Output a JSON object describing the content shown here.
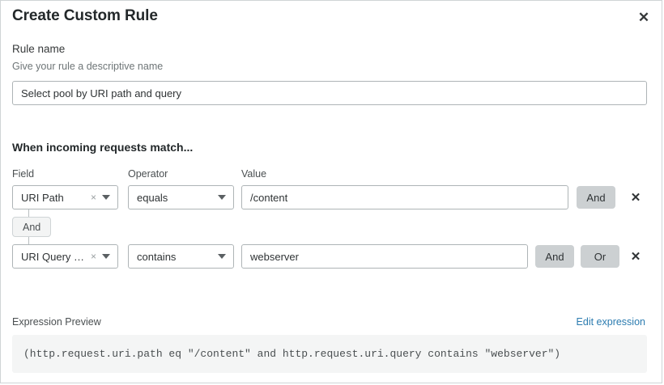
{
  "dialog": {
    "title": "Create Custom Rule",
    "close_icon": "close-icon"
  },
  "rule_name": {
    "label": "Rule name",
    "help": "Give your rule a descriptive name",
    "value": "Select pool by URI path and query",
    "placeholder": "Select pool by URI path and query"
  },
  "conditions": {
    "heading": "When incoming requests match...",
    "columns": {
      "field": "Field",
      "operator": "Operator",
      "value": "Value"
    },
    "connector_badge": "And",
    "rows": [
      {
        "field": "URI Path",
        "operator": "equals",
        "value": "/content",
        "buttons": [
          "And"
        ],
        "delete_icon": "✕",
        "clear_icon": "×"
      },
      {
        "field": "URI Query St...",
        "operator": "contains",
        "value": "webserver",
        "buttons": [
          "And",
          "Or"
        ],
        "delete_icon": "✕",
        "clear_icon": "×"
      }
    ]
  },
  "expression": {
    "label": "Expression Preview",
    "edit_link": "Edit expression",
    "text": "(http.request.uri.path eq \"/content\" and http.request.uri.query contains \"webserver\")"
  },
  "colors": {
    "link": "#2c7cb0",
    "logic_button_bg": "#ccd0d2",
    "expression_bg": "#f4f5f5",
    "border": "#aeb4b6"
  }
}
